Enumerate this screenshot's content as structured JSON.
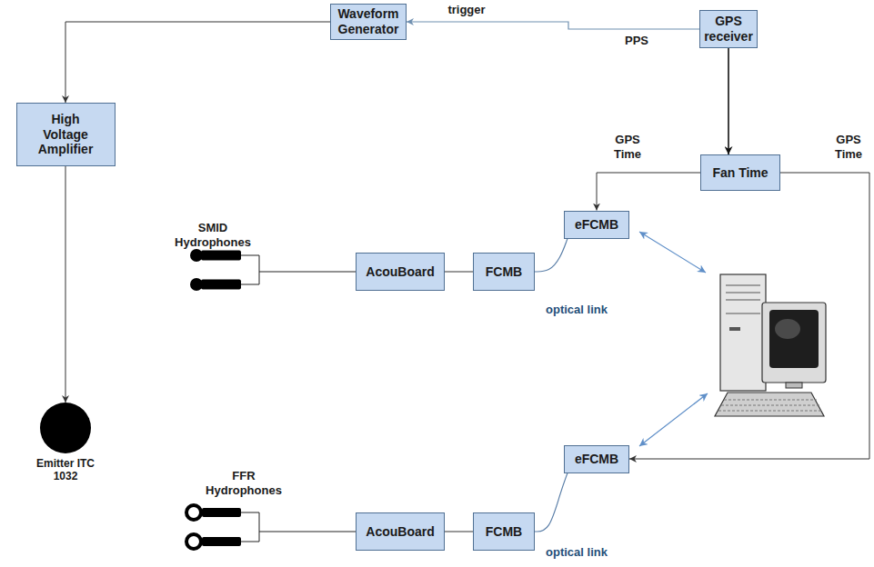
{
  "diagram": {
    "nodes": [
      {
        "text": [
          "Waveform Generator"
        ]
      },
      {
        "text": [
          "GPS receiver"
        ]
      },
      {
        "text": [
          "High Voltage Amplifier"
        ]
      },
      {
        "text": [
          "Fan Time"
        ]
      },
      {
        "text": [
          "eFCMB"
        ]
      },
      {
        "text": [
          "AcouBoard"
        ]
      },
      {
        "text": [
          "FCMB"
        ]
      },
      {
        "text": [
          "Emitter ITC 1032"
        ]
      },
      {
        "text": [
          "eFCMB"
        ]
      },
      {
        "text": [
          "AcouBoard"
        ]
      },
      {
        "text": [
          "FCMB"
        ]
      }
    ],
    "edges": [
      {
        "from": 1,
        "to": 0,
        "label": "PPS",
        "arrow": "to"
      },
      {
        "from": 0,
        "to": 2,
        "arrow": "to"
      },
      {
        "from": 2,
        "to": 7,
        "arrow": "to"
      },
      {
        "from": 1,
        "to": 3,
        "arrow": "to"
      },
      {
        "from": 3,
        "to": 4,
        "label": "GPS Time",
        "arrow": "to"
      },
      {
        "from": 3,
        "to": 8,
        "label": "GPS Time",
        "arrow": "to"
      },
      {
        "from": 5,
        "to": 6,
        "arrow": "none"
      },
      {
        "from": 6,
        "to": 4,
        "label": "optical link",
        "arrow": "none"
      },
      {
        "from": 9,
        "to": 10,
        "arrow": "none"
      },
      {
        "from": 10,
        "to": 8,
        "label": "optical link",
        "arrow": "none"
      }
    ],
    "labels": [
      "trigger",
      "SMID Hydrophones",
      "FFR Hydrophones"
    ]
  }
}
